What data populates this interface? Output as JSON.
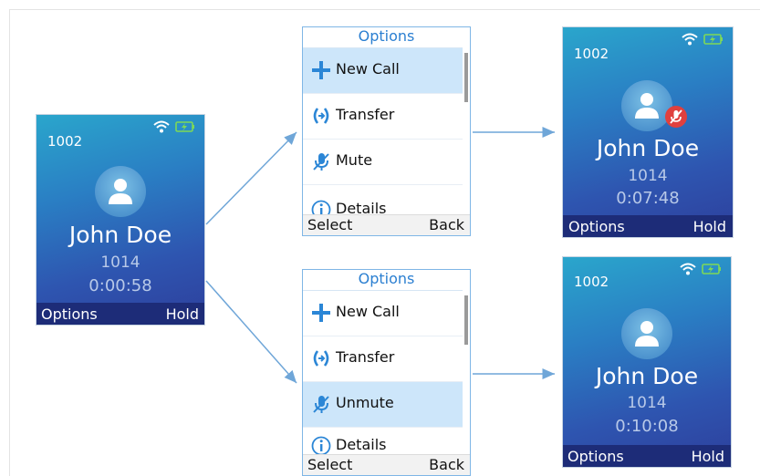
{
  "left_phone": {
    "extension": "1002",
    "caller_name": "John Doe",
    "caller_number": "1014",
    "call_timer": "0:00:58",
    "soft_left": "Options",
    "soft_right": "Hold"
  },
  "menu_top": {
    "title": "Options",
    "items": [
      {
        "label": "New Call",
        "icon": "plus-icon",
        "selected": true
      },
      {
        "label": "Transfer",
        "icon": "transfer-icon",
        "selected": false
      },
      {
        "label": "Mute",
        "icon": "mute-icon",
        "selected": false
      },
      {
        "label": "Details",
        "icon": "info-icon",
        "selected": false
      }
    ],
    "soft_left": "Select",
    "soft_right": "Back"
  },
  "menu_bottom": {
    "title": "Options",
    "items": [
      {
        "label": "New Call",
        "icon": "plus-icon",
        "selected": false
      },
      {
        "label": "Transfer",
        "icon": "transfer-icon",
        "selected": false
      },
      {
        "label": "Unmute",
        "icon": "mute-icon",
        "selected": true
      },
      {
        "label": "Details",
        "icon": "info-icon",
        "selected": false
      }
    ],
    "soft_left": "Select",
    "soft_right": "Back"
  },
  "right_top_phone": {
    "extension": "1002",
    "caller_name": "John Doe",
    "caller_number": "1014",
    "call_timer": "0:07:48",
    "soft_left": "Options",
    "soft_right": "Hold",
    "muted": true
  },
  "right_bottom_phone": {
    "extension": "1002",
    "caller_name": "John Doe",
    "caller_number": "1014",
    "call_timer": "0:10:08",
    "soft_left": "Options",
    "soft_right": "Hold",
    "muted": false
  },
  "colors": {
    "accent": "#2b7fd1",
    "selected_row": "#cde6fa",
    "softkey_bar": "#1d2c78",
    "mute_badge": "#e0403e",
    "arrow": "#6fa6d8"
  }
}
